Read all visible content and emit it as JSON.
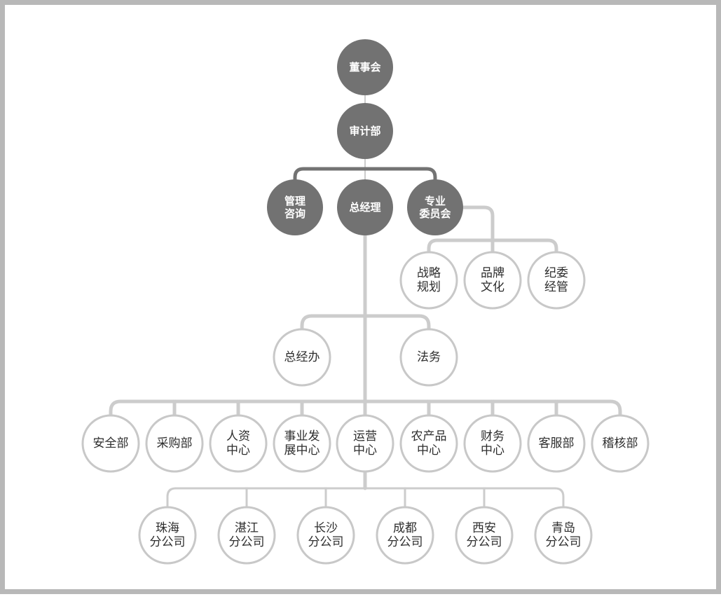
{
  "colors": {
    "frame": "#b8b8b8",
    "dark_node": "#727272",
    "dark_line": "#737373",
    "light_line": "#cccccc",
    "light_node_stroke": "#c8c8c8"
  },
  "nodes": {
    "board": {
      "label": [
        "董事会"
      ],
      "style": "dark"
    },
    "audit": {
      "label": [
        "审计部"
      ],
      "style": "dark"
    },
    "consult": {
      "label": [
        "管理",
        "咨询"
      ],
      "style": "dark"
    },
    "gm": {
      "label": [
        "总经理"
      ],
      "style": "dark"
    },
    "committee": {
      "label": [
        "专业",
        "委员会"
      ],
      "style": "dark"
    },
    "strategy": {
      "label": [
        "战略",
        "规划"
      ],
      "style": "light"
    },
    "brand": {
      "label": [
        "品牌",
        "文化"
      ],
      "style": "light"
    },
    "discipline": {
      "label": [
        "纪委",
        "经管"
      ],
      "style": "light"
    },
    "gm_office": {
      "label": [
        "总经办"
      ],
      "style": "light"
    },
    "legal": {
      "label": [
        "法务"
      ],
      "style": "light"
    },
    "safety": {
      "label": [
        "安全部"
      ],
      "style": "light"
    },
    "purchasing": {
      "label": [
        "采购部"
      ],
      "style": "light"
    },
    "hr": {
      "label": [
        "人资",
        "中心"
      ],
      "style": "light"
    },
    "bizdev": {
      "label": [
        "事业发",
        "展中心"
      ],
      "style": "light"
    },
    "operations": {
      "label": [
        "运营",
        "中心"
      ],
      "style": "light"
    },
    "agri": {
      "label": [
        "农产品",
        "中心"
      ],
      "style": "light"
    },
    "finance": {
      "label": [
        "财务",
        "中心"
      ],
      "style": "light"
    },
    "service": {
      "label": [
        "客服部"
      ],
      "style": "light"
    },
    "inspection": {
      "label": [
        "稽核部"
      ],
      "style": "light"
    },
    "zhuhai": {
      "label": [
        "珠海",
        "分公司"
      ],
      "style": "light"
    },
    "zhanjiang": {
      "label": [
        "湛江",
        "分公司"
      ],
      "style": "light"
    },
    "changsha": {
      "label": [
        "长沙",
        "分公司"
      ],
      "style": "light"
    },
    "chengdu": {
      "label": [
        "成都",
        "分公司"
      ],
      "style": "light"
    },
    "xian": {
      "label": [
        "西安",
        "分公司"
      ],
      "style": "light"
    },
    "qingdao": {
      "label": [
        "青岛",
        "分公司"
      ],
      "style": "light"
    }
  }
}
